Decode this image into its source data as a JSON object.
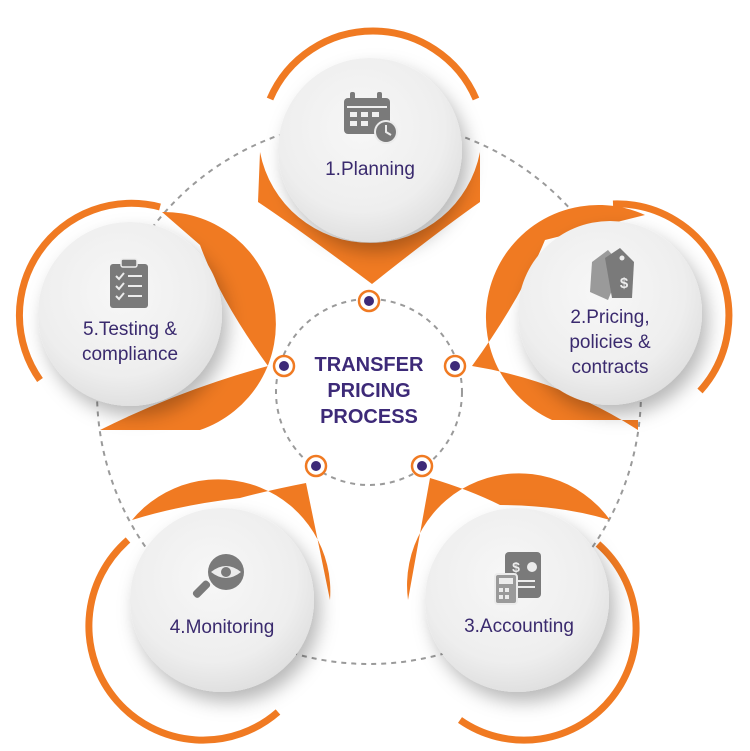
{
  "center": {
    "line1": "TRANSFER",
    "line2": "PRICING",
    "line3": "PROCESS"
  },
  "steps": [
    {
      "lines": [
        "1.Planning"
      ],
      "icon": "calendar-clock-icon"
    },
    {
      "lines": [
        "2.Pricing,",
        "policies &",
        "contracts"
      ],
      "icon": "price-tags-icon"
    },
    {
      "lines": [
        "3.Accounting"
      ],
      "icon": "invoice-calculator-icon"
    },
    {
      "lines": [
        "4.Monitoring"
      ],
      "icon": "magnifier-eye-icon"
    },
    {
      "lines": [
        "5.Testing &",
        "compliance"
      ],
      "icon": "clipboard-checklist-icon"
    }
  ],
  "colors": {
    "orange": "#f07a22",
    "purple": "#3d2a78",
    "card": "#ececec",
    "icon": "#7a7a7a",
    "dashed": "#9a9a9a"
  }
}
